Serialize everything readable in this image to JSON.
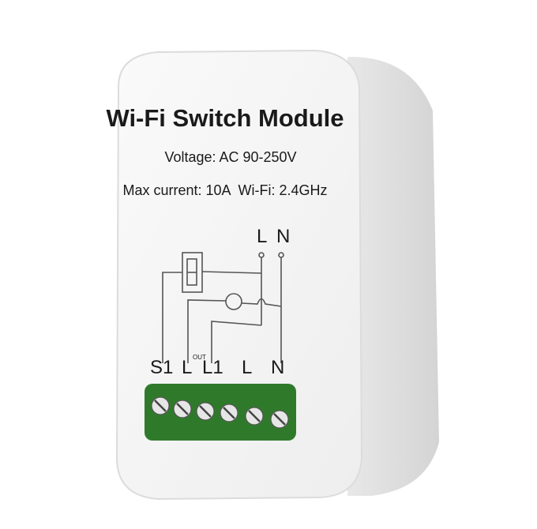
{
  "product": {
    "title": "Wi-Fi Switch Module",
    "voltage": "Voltage: AC 90-250V",
    "specs": "Max current: 10A  Wi-Fi: 2.4GHz"
  },
  "diagram": {
    "top_labels": [
      "L",
      "N"
    ],
    "terminal_labels": {
      "s1": "S1",
      "lout": "L",
      "lout_sub": "OUT",
      "l1": "L1",
      "l": "L",
      "n": "N"
    }
  },
  "colors": {
    "body": "#f4f4f4",
    "side": "#e3e3e3",
    "terminal": "#2f7a2a",
    "text": "#1a1a1a"
  }
}
